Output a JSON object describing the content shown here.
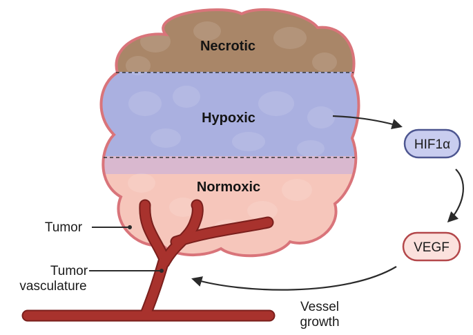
{
  "zones": {
    "necrotic": "Necrotic",
    "hypoxic": "Hypoxic",
    "normoxic": "Normoxic"
  },
  "pathway": {
    "hif1a": "HIF1α",
    "vegf": "VEGF"
  },
  "labels": {
    "tumor": "Tumor",
    "vasculature_line1": "Tumor",
    "vasculature_line2": "vasculature",
    "growth_line1": "Vessel",
    "growth_line2": "growth"
  },
  "colors": {
    "necrotic": "#a98668",
    "hypoxic": "#aab0e0",
    "normoxic": "#f6c6bb",
    "tumor_outline": "#d9747a",
    "vessel": "#a8322d",
    "hif1a_fill": "#c9cdef",
    "hif1a_stroke": "#4d5690",
    "vegf_fill": "#fbe1dd",
    "vegf_stroke": "#b3474a",
    "arrow": "#2a2a2a"
  }
}
